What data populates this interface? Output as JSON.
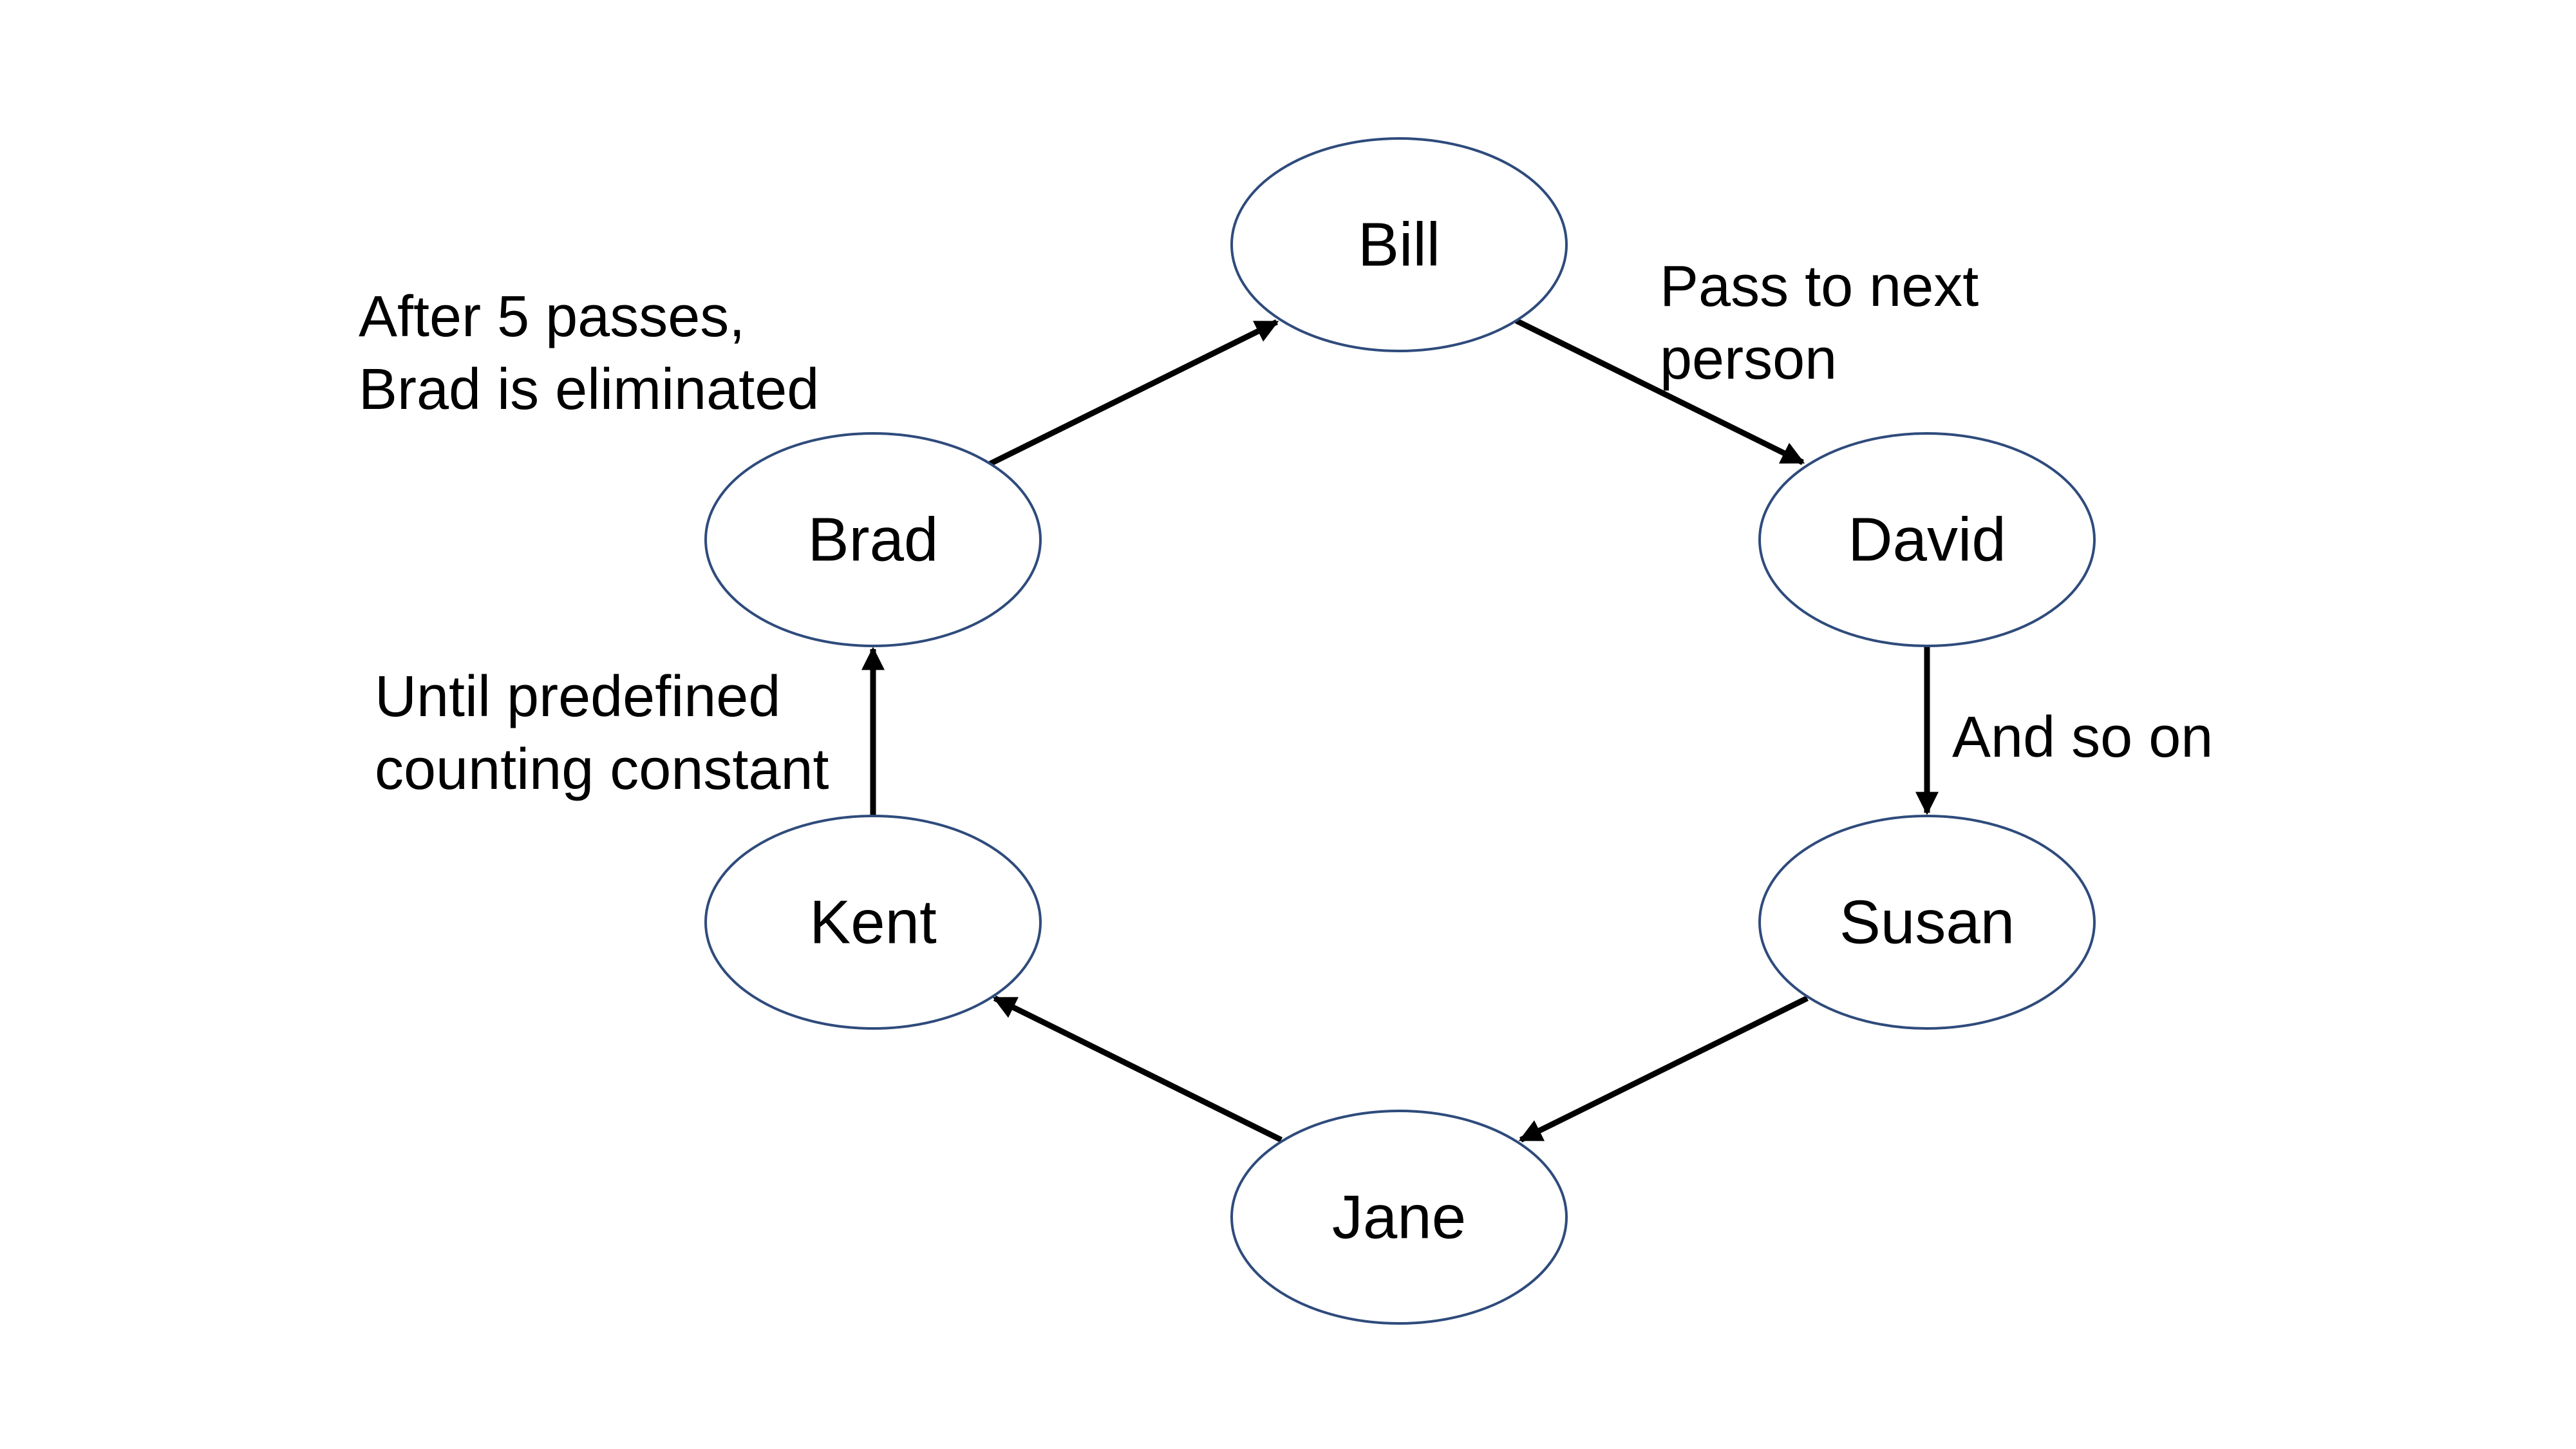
{
  "diagram": {
    "nodes": [
      {
        "id": "bill",
        "label": "Bill"
      },
      {
        "id": "david",
        "label": "David"
      },
      {
        "id": "susan",
        "label": "Susan"
      },
      {
        "id": "jane",
        "label": "Jane"
      },
      {
        "id": "kent",
        "label": "Kent"
      },
      {
        "id": "brad",
        "label": "Brad"
      }
    ],
    "edges": [
      {
        "from": "bill",
        "to": "david"
      },
      {
        "from": "david",
        "to": "susan"
      },
      {
        "from": "susan",
        "to": "jane"
      },
      {
        "from": "jane",
        "to": "kent"
      },
      {
        "from": "kent",
        "to": "brad"
      },
      {
        "from": "brad",
        "to": "bill"
      }
    ],
    "annotations": {
      "eliminated": [
        "After 5 passes,",
        "Brad is eliminated"
      ],
      "pass": [
        "Pass to next",
        "person"
      ],
      "continue": [
        "And so on"
      ],
      "until": [
        "Until predefined",
        "counting constant"
      ]
    },
    "colors": {
      "node_stroke": "#2f4b7c",
      "edge": "#000000"
    }
  }
}
